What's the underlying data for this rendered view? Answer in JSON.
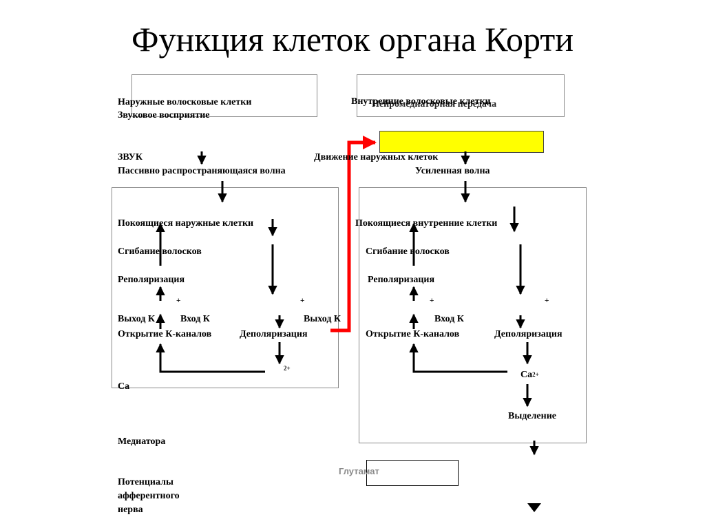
{
  "title": "Функция клеток органа Корти",
  "left": {
    "header1": "Наружные волосковые клетки",
    "header2": "Звуковое восприятие",
    "zvuk": "ЗВУК",
    "passive_wave": "Пассивно распространяющаяся волна",
    "resting": "Покоящиеся наружные клетки",
    "bending": "Сгибание волосков",
    "repolarization": "Реполяризация",
    "k_exit": "Выход К",
    "k_entry": "Вход К",
    "k_exit_right": "Выход К",
    "k_open": "Открытие К-каналов",
    "depolarization": "Деполяризация",
    "ca": "Са",
    "sup_2plus": "2+",
    "plus_sign": "+"
  },
  "right": {
    "header_a": "Внутренние волосковые клетки",
    "header_b": "Нейромедиаторная передача",
    "movement": "Движение наружных клеток",
    "amplified_wave": "Усиленная волна",
    "resting": "Покоящиеся внутренние клетки",
    "bending": "Сгибание волосков",
    "repolarization": "Реполяризация",
    "k_entry": "Вход К",
    "k_open": "Открытие К-каналов",
    "depolarization": "Деполяризация",
    "ca": "Са",
    "sup_2plus": "2+",
    "release": "Выделение",
    "plus_sign": "+"
  },
  "bottom": {
    "mediator": "Медиатора",
    "potentials_1": "Потенциалы",
    "potentials_2": "афферентного",
    "potentials_3": "нерва",
    "glutamate": "Глутамат"
  },
  "colors": {
    "highlight_box": "#ffff00",
    "red_arrow": "#ff0000",
    "box_border": "#888888"
  }
}
